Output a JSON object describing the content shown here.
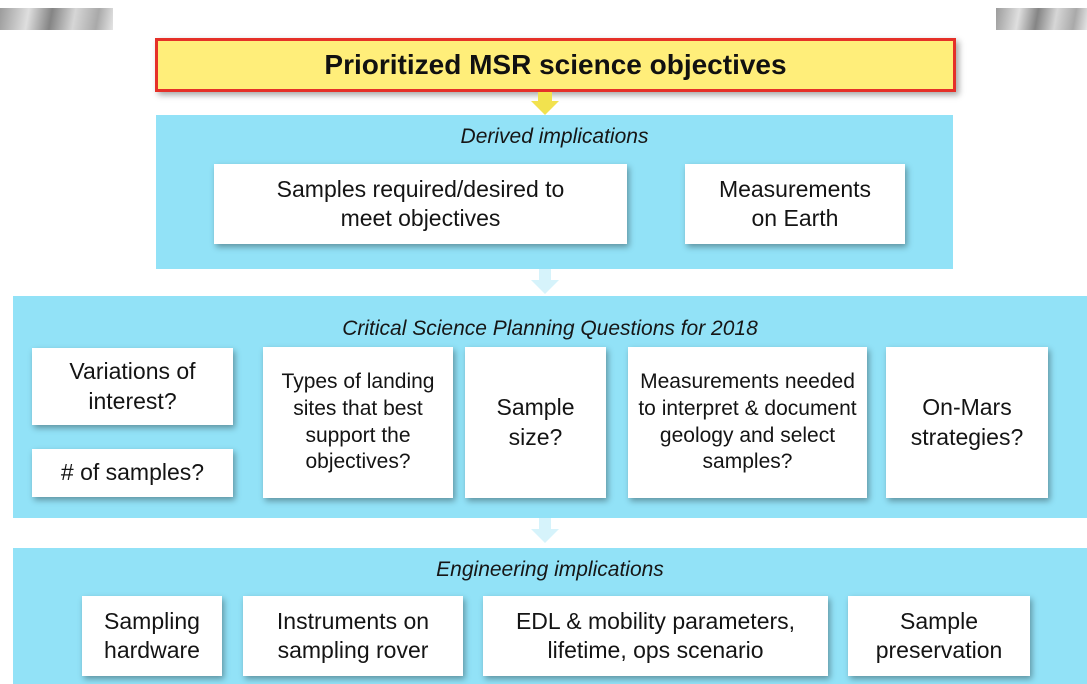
{
  "title": "Prioritized MSR science objectives",
  "derived": {
    "heading": "Derived implications",
    "items": [
      "Samples required/desired to meet objectives",
      "Measurements on Earth"
    ]
  },
  "critical": {
    "heading": "Critical Science Planning Questions for 2018",
    "items": [
      "Variations of interest?",
      "# of samples?",
      "Types of landing sites that best support the objectives?",
      "Sample size?",
      "Measurements needed to interpret & document geology and select samples?",
      "On-Mars strategies?"
    ]
  },
  "engineering": {
    "heading": "Engineering implications",
    "items": [
      "Sampling hardware",
      "Instruments on sampling rover",
      "EDL & mobility parameters, lifetime, ops scenario",
      "Sample preservation"
    ]
  },
  "colors": {
    "panel": "#92e2f7",
    "title_fill": "#ffee7a",
    "title_border": "#e53028",
    "arrow_top": "#f2e24e",
    "arrow_light": "#d6f3fb"
  }
}
